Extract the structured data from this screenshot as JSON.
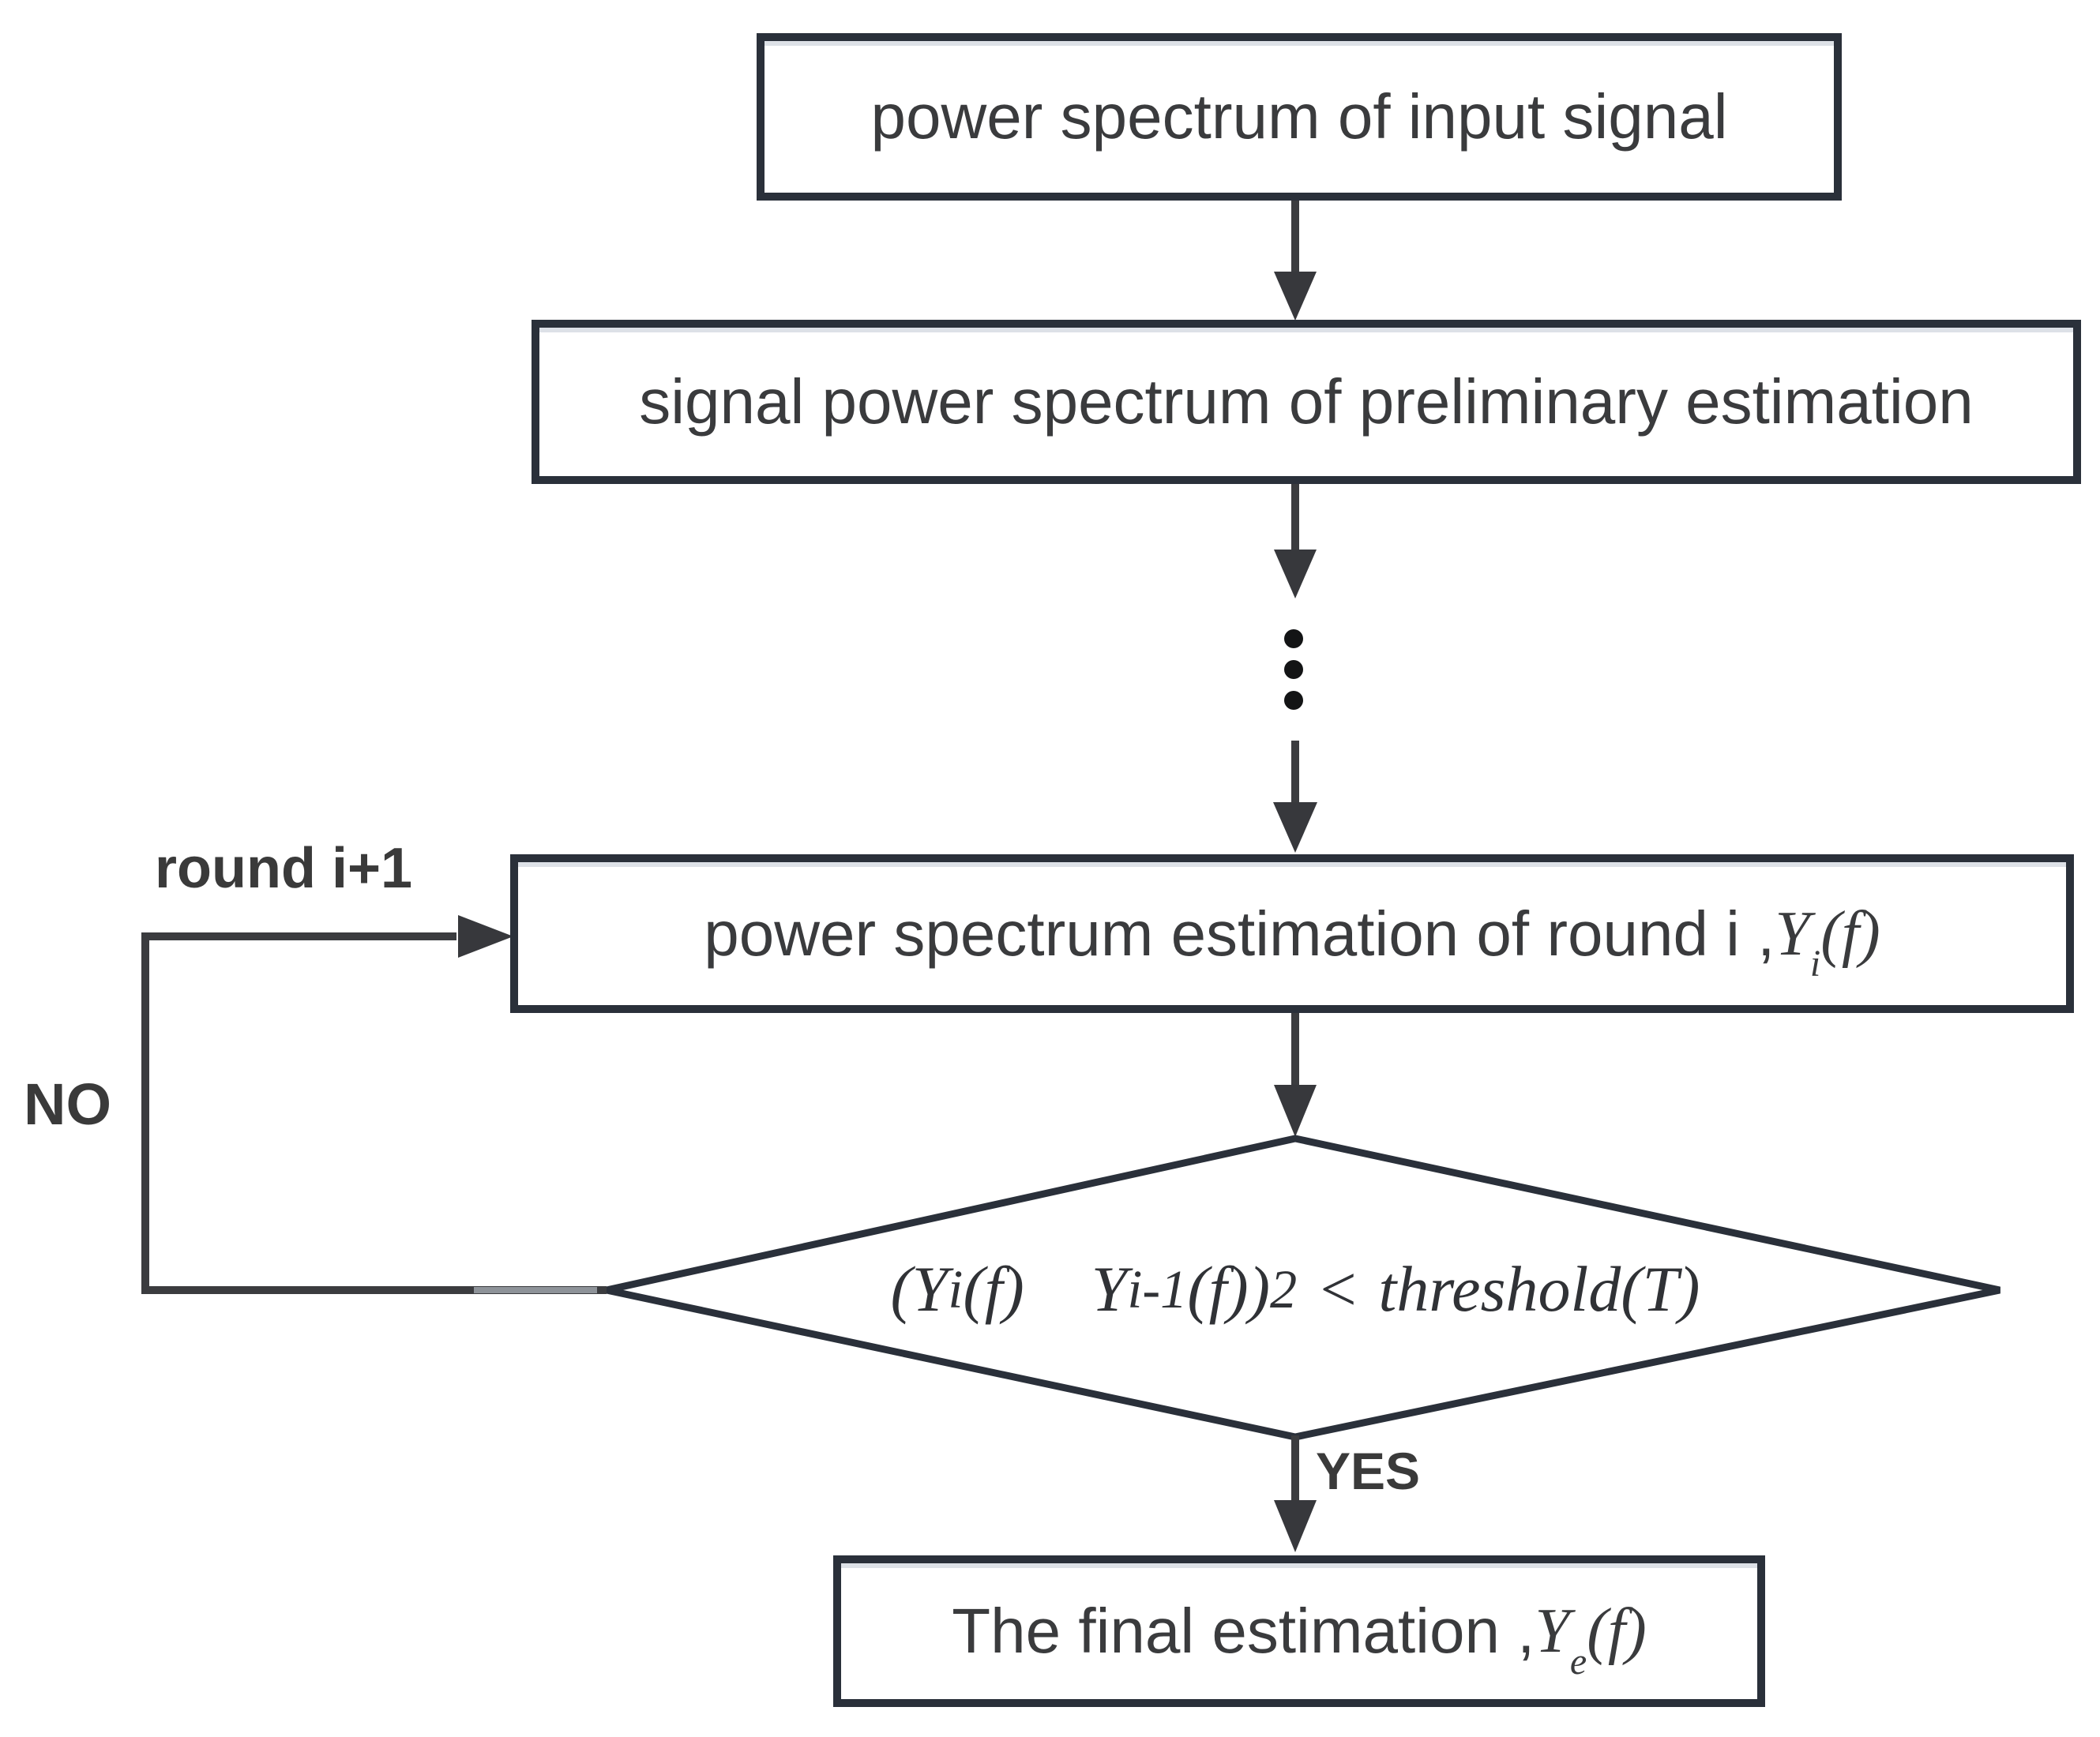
{
  "colors": {
    "box_border": "#2a303a",
    "box_text": "#3a3b3d",
    "connector": "#3b3c3f",
    "label_text": "#3a3a3a",
    "background": "#ffffff"
  },
  "boxes": {
    "input": {
      "label": "power spectrum of input signal"
    },
    "preliminary": {
      "label": "signal power spectrum of preliminary estimation"
    },
    "round": {
      "prefix": "power spectrum estimation of round i ,",
      "math_var": "Y",
      "math_sub": "i",
      "math_args": "(f)"
    },
    "final": {
      "prefix": "The final estimation ,",
      "math_var": "Y",
      "math_sub": "e",
      "math_args": "(f)"
    }
  },
  "decision": {
    "lhs_open": "(Y",
    "lhs_sub": "i",
    "lhs_args": "(f)",
    "rhs_var": "Y",
    "rhs_sub": "i-1",
    "rhs_args": "(f))",
    "exponent": "2",
    "operator": "<",
    "rhs_text": "threshold(T)"
  },
  "labels": {
    "loop": "round i+1",
    "no": "NO",
    "yes": "YES"
  },
  "edges": {
    "ellipsis_dots": 3
  }
}
